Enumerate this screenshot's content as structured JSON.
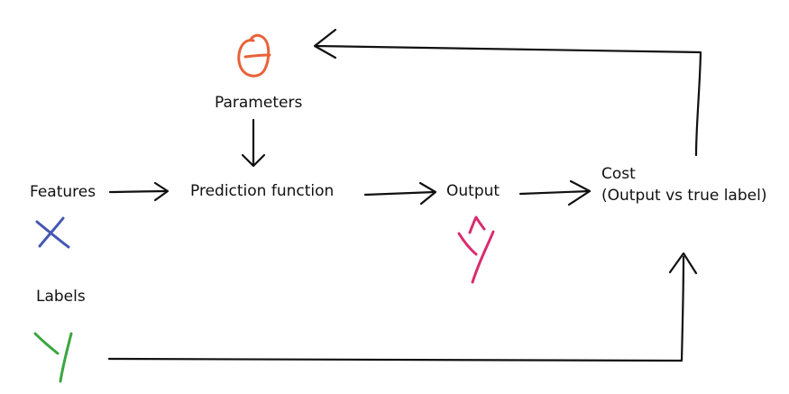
{
  "nodes": {
    "parameters": "Parameters",
    "features": "Features",
    "prediction_function": "Prediction function",
    "output": "Output",
    "cost_title": "Cost",
    "cost_subtitle": "(Output vs true label)",
    "labels": "Labels"
  },
  "symbols": {
    "theta": {
      "glyph": "θ",
      "color": "#e8623a"
    },
    "x": {
      "glyph": "X",
      "color": "#4558b3"
    },
    "y_hat": {
      "glyph": "ŷ",
      "color": "#d82c6e"
    },
    "y": {
      "glyph": "y",
      "color": "#3aa63f"
    }
  },
  "colors": {
    "arrows": "#111111",
    "background": "#ffffff"
  }
}
